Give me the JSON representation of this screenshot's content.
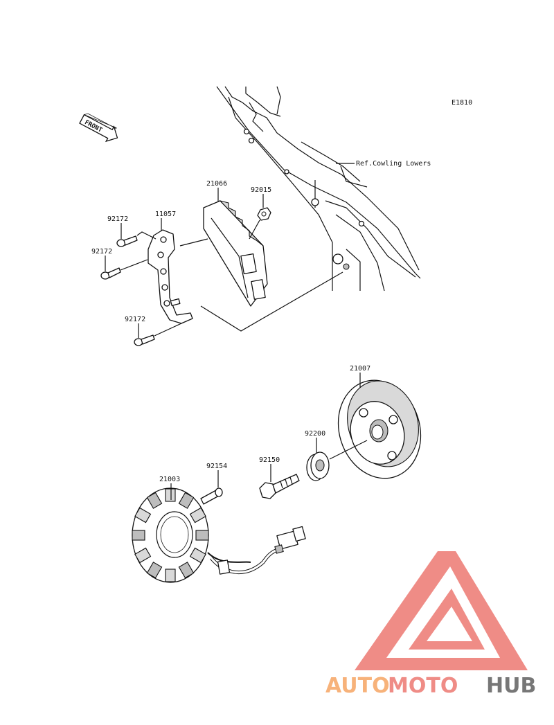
{
  "diagram_code": "E1810",
  "front_label": "FRONT",
  "ref_label": "Ref.Cowling Lowers",
  "parts": {
    "p21066": "21066",
    "p92015": "92015",
    "p11057": "11057",
    "p92172_a": "92172",
    "p92172_b": "92172",
    "p92172_c": "92172",
    "p21007": "21007",
    "p92200": "92200",
    "p92150": "92150",
    "p92154": "92154",
    "p21003": "21003"
  },
  "watermark": {
    "text_auto": "AUTO",
    "text_moto": "MOTO",
    "text_hub": "HUB",
    "color_orange": "#f7b27a",
    "color_red": "#ef8c86",
    "color_gray": "#777777"
  }
}
